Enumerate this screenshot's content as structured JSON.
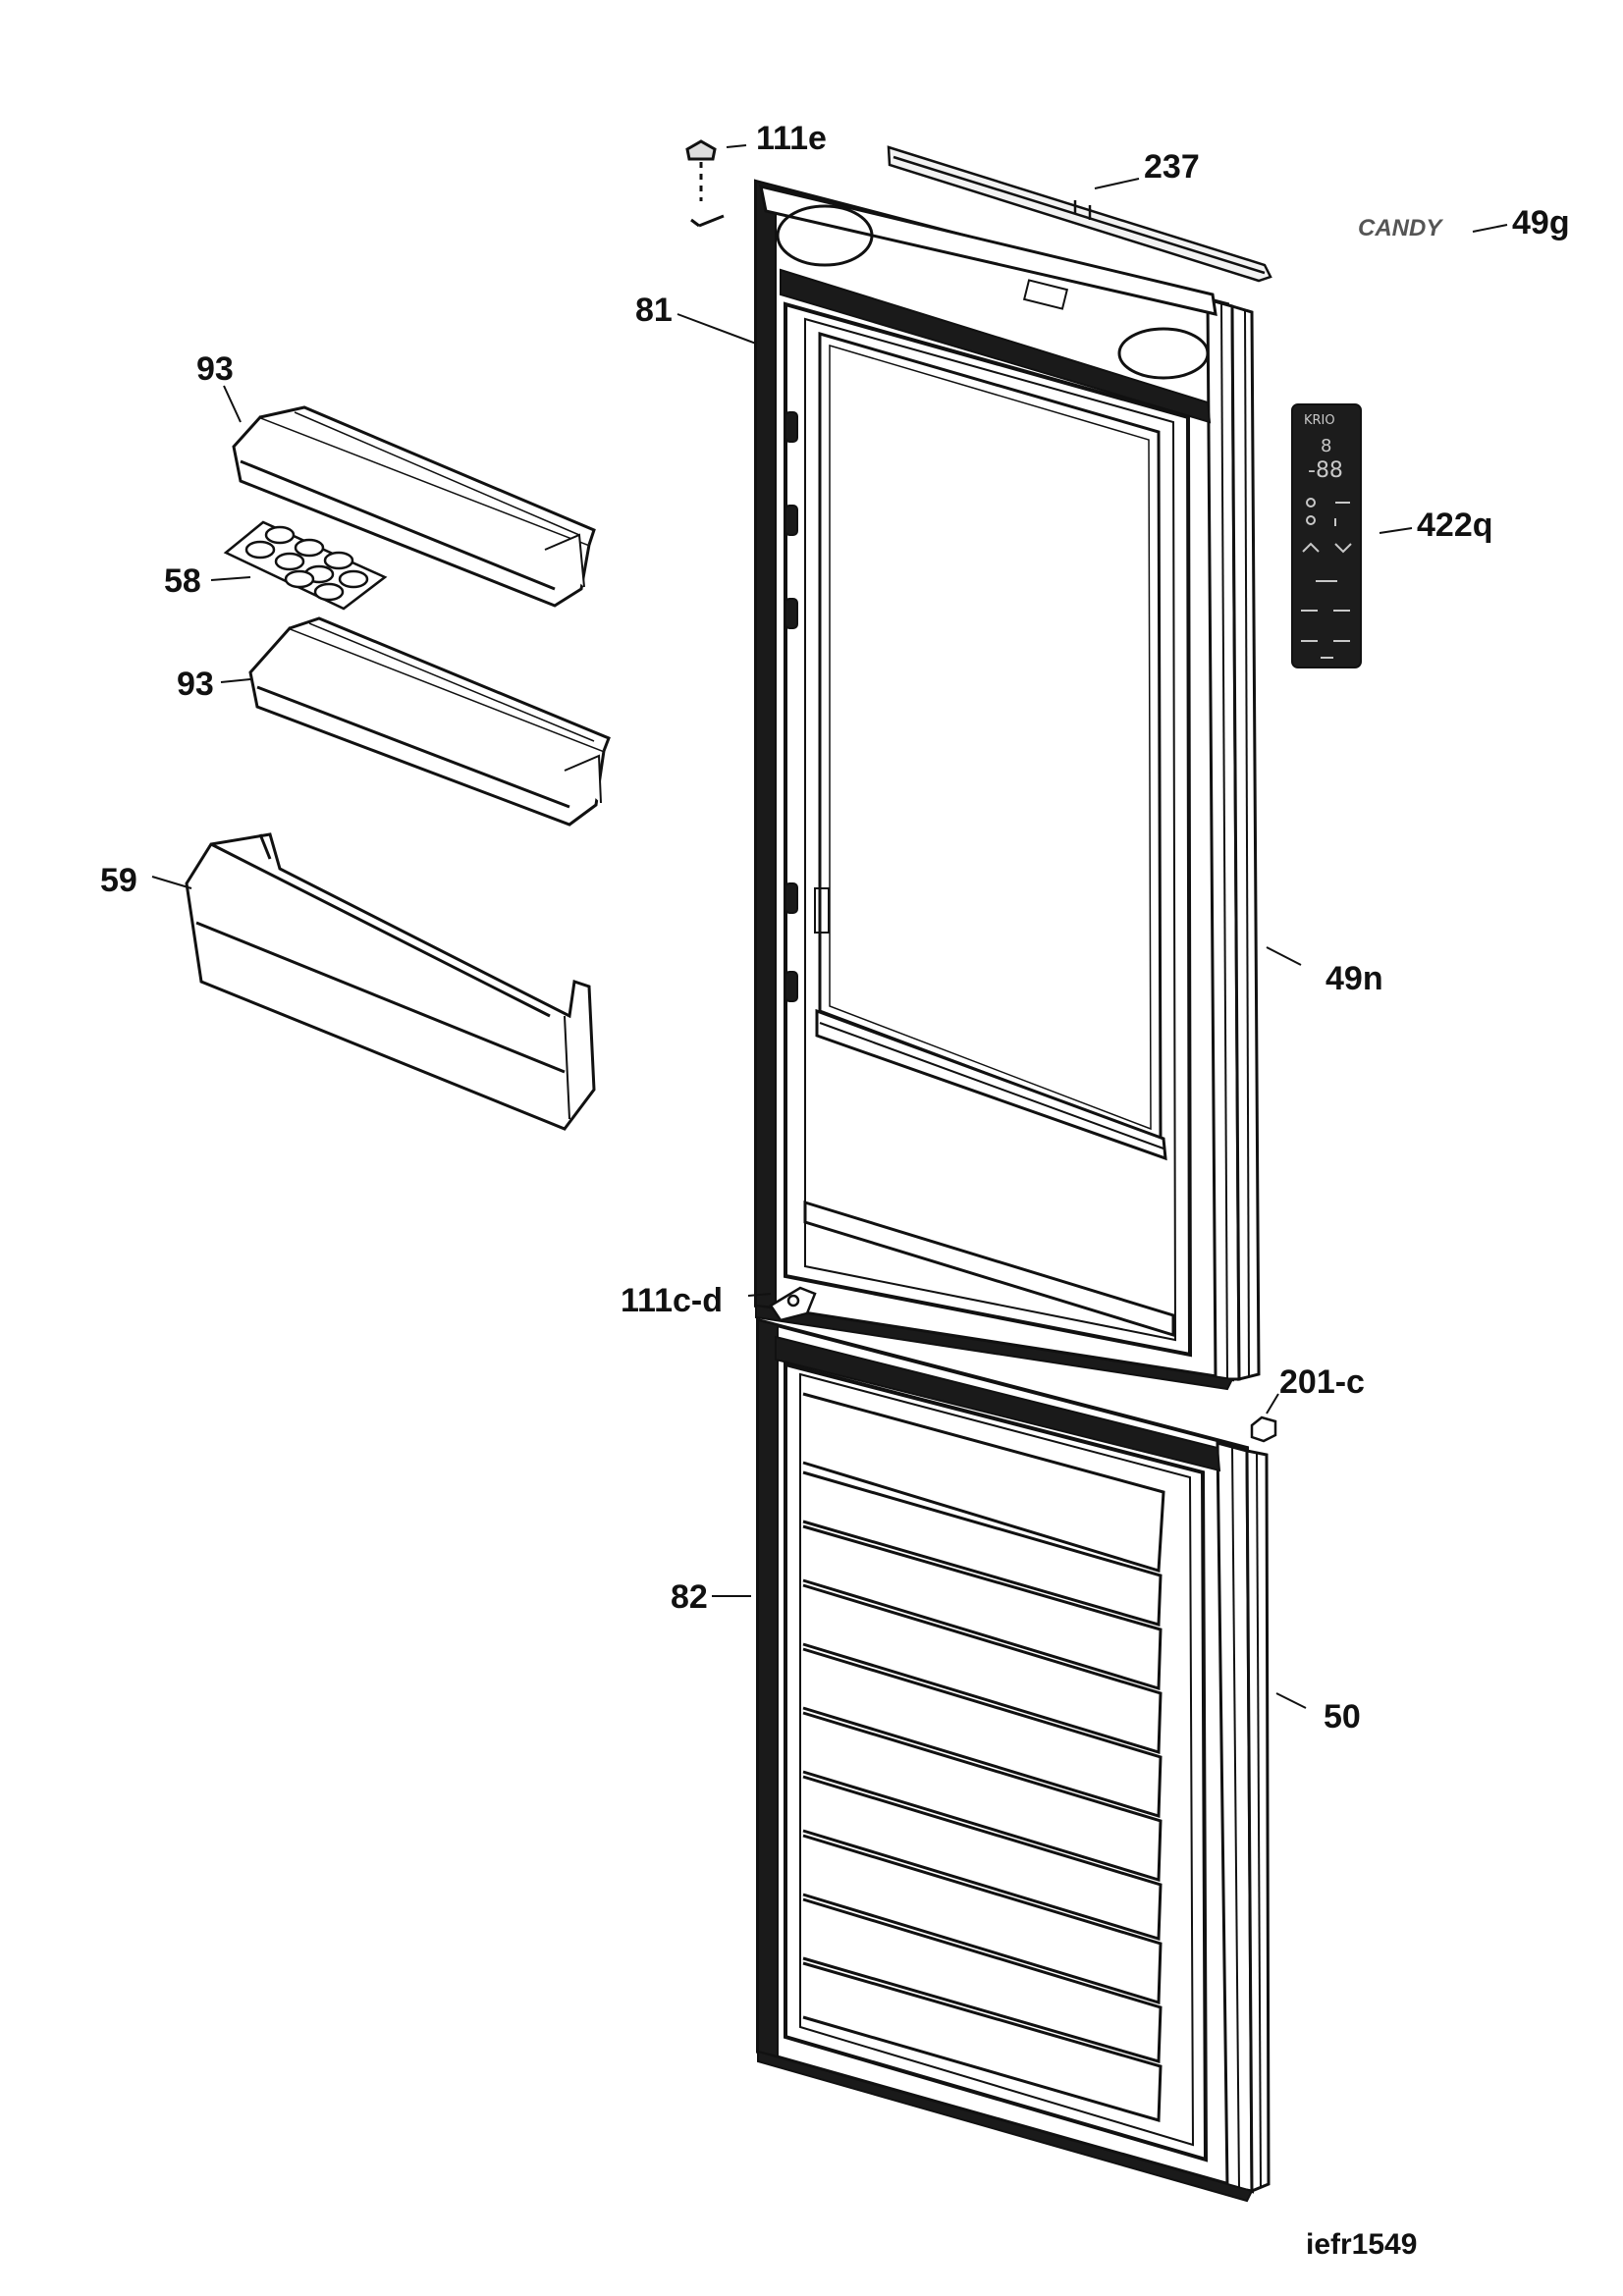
{
  "callouts": {
    "c111e": "111e",
    "c237": "237",
    "c49g": "49g",
    "c81": "81",
    "c93a": "93",
    "c58": "58",
    "c93b": "93",
    "c422q": "422q",
    "c59": "59",
    "c49n": "49n",
    "c111cd": "111c-d",
    "c201c": "201-c",
    "c82": "82",
    "c50": "50"
  },
  "diagram_code": "iefr1549",
  "brand_logo": "CANDY",
  "control_panel": {
    "brand": "KRIO",
    "digit_top": "8",
    "digit_main": "-88"
  },
  "colors": {
    "line": "#111111",
    "panel": "#1c1c1c",
    "panel_text": "#c8c8c8"
  }
}
